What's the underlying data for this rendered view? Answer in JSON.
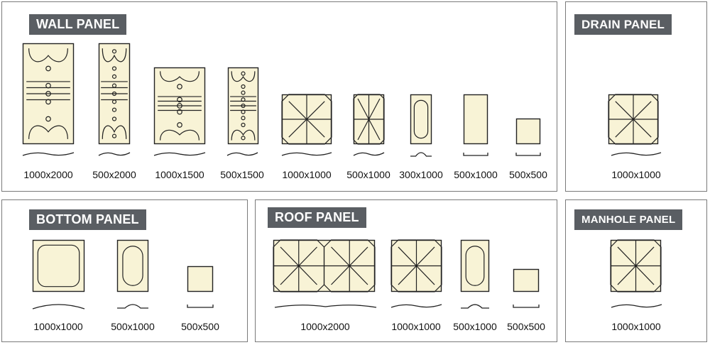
{
  "colors": {
    "panel_fill": "#f8f3d6",
    "panel_stroke": "#222222",
    "header_bg": "#5a5e63",
    "border": "#7a7a7a"
  },
  "sections": {
    "wall": {
      "title": "WALL PANEL",
      "panels": [
        {
          "label": "1000x2000",
          "icon": "wall-large-pattern"
        },
        {
          "label": "500x2000",
          "icon": "wall-narrow-pattern"
        },
        {
          "label": "1000x1500",
          "icon": "wall-large-pattern"
        },
        {
          "label": "500x1500",
          "icon": "wall-narrow-pattern"
        },
        {
          "label": "1000x1000",
          "icon": "cross-square-pattern"
        },
        {
          "label": "500x1000",
          "icon": "cross-narrow-pattern"
        },
        {
          "label": "300x1000",
          "icon": "slot-pattern"
        },
        {
          "label": "500x1000",
          "icon": "plain-pattern"
        },
        {
          "label": "500x500",
          "icon": "plain-pattern"
        }
      ]
    },
    "drain": {
      "title": "DRAIN PANEL",
      "panels": [
        {
          "label": "1000x1000",
          "icon": "cross-square-pattern"
        }
      ]
    },
    "bottom": {
      "title": "BOTTOM PANEL",
      "panels": [
        {
          "label": "1000x1000",
          "icon": "rounded-square-pattern"
        },
        {
          "label": "500x1000",
          "icon": "slot-pattern"
        },
        {
          "label": "500x500",
          "icon": "plain-pattern"
        }
      ]
    },
    "roof": {
      "title": "ROOF PANEL",
      "panels": [
        {
          "label": "1000x2000",
          "icon": "double-cross-pattern"
        },
        {
          "label": "1000x1000",
          "icon": "cross-square-pattern"
        },
        {
          "label": "500x1000",
          "icon": "slot-pattern"
        },
        {
          "label": "500x500",
          "icon": "plain-pattern"
        }
      ]
    },
    "manhole": {
      "title": "MANHOLE PANEL",
      "panels": [
        {
          "label": "1000x1000",
          "icon": "cross-square-pattern"
        }
      ]
    }
  }
}
